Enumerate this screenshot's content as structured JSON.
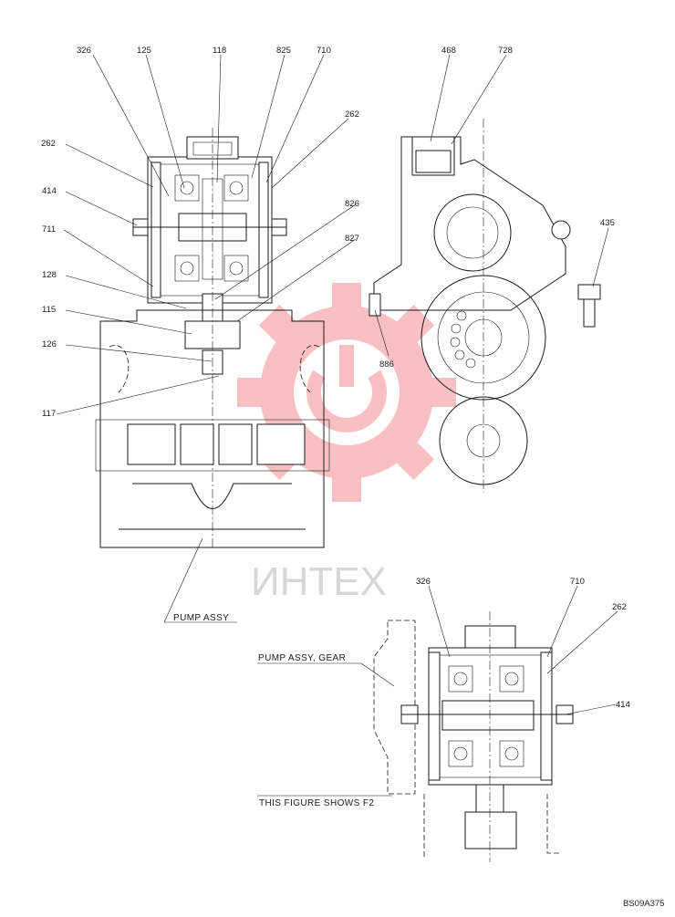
{
  "drawing": {
    "code": "BS09A375",
    "watermark_text": "ИНТЕХ",
    "watermark_color": "#e8202a"
  },
  "callouts": {
    "main_view": [
      "326",
      "125",
      "118",
      "825",
      "710",
      "262",
      "262",
      "414",
      "711",
      "826",
      "827",
      "128",
      "115",
      "126",
      "117"
    ],
    "side_view": [
      "468",
      "728",
      "435",
      "886"
    ],
    "detail_view": [
      "326",
      "710",
      "262",
      "414"
    ]
  },
  "captions": {
    "pump_assy": "PUMP  ASSY",
    "pump_assy_gear": "PUMP  ASSY, GEAR",
    "figure_note": "THIS FIGURE SHOWS  F2"
  }
}
